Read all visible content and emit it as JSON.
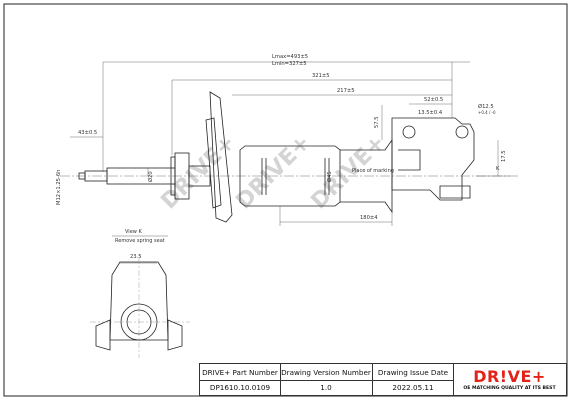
{
  "drawing": {
    "dims": {
      "lmax": "Lmax=493±5",
      "lmin": "Lmin=327±5",
      "d321": "321±5",
      "d217": "217±5",
      "d52": "52±0.5",
      "d43": "43±0.5",
      "d13": "13.5±0.4",
      "d12": "Ø12.5",
      "d12tol": "+0.4 / -0",
      "d180": "180±4",
      "d20": "Ø20",
      "d45": "Ø45",
      "d17": "17.5",
      "d57": "57.5",
      "thread": "M12×1.25-6h",
      "place_of_marking": "Place of marking",
      "k": "K",
      "d23": "23.5"
    },
    "view_title": "View K",
    "view_subtitle": "Remove spring seat",
    "watermark": "DRIVE+"
  },
  "title_block": {
    "part_label": "DRIVE+ Part Number",
    "part_value": "DP1610.10.0109",
    "version_label": "Drawing Version Number",
    "version_value": "1.0",
    "date_label": "Drawing Issue Date",
    "date_value": "2022.05.11"
  },
  "logo": {
    "mark": "DR!VE+",
    "tagline": "OE MATCHING QUALITY AT ITS BEST",
    "color": "#e2231a"
  }
}
